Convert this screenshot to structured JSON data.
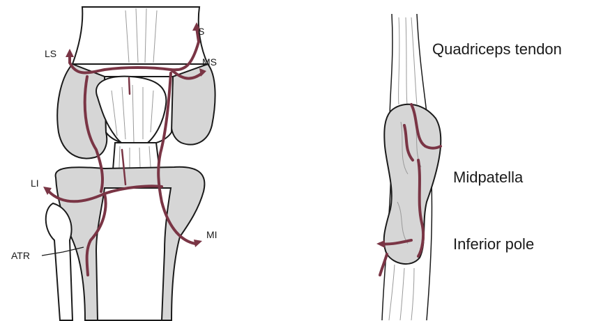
{
  "left_figure": {
    "labels": {
      "s": "S",
      "ls": "LS",
      "ms": "MS",
      "li": "LI",
      "mi": "MI",
      "atr": "ATR"
    }
  },
  "right_figure": {
    "labels": {
      "quadriceps_tendon": "Quadriceps tendon",
      "midpatella": "Midpatella",
      "inferior_pole": "Inferior pole"
    }
  },
  "colors": {
    "vessel": "#7a3545",
    "bone_shade": "#d6d6d6",
    "outline": "#1a1a1a"
  }
}
